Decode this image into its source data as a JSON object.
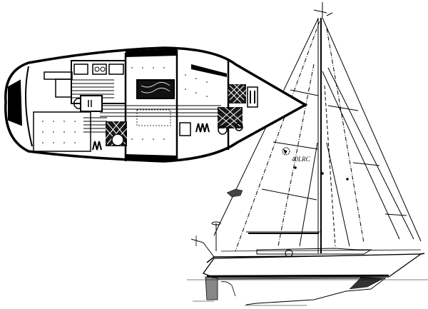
{
  "diagram": {
    "type": "sailboat-plans",
    "views": [
      {
        "name": "accommodation-plan",
        "description": "Top-down interior layout of hull"
      },
      {
        "name": "sail-plan",
        "description": "Side profile with rig and sails"
      }
    ],
    "sail_label": "40LRC",
    "colors": {
      "ink": "#000000",
      "paper": "#ffffff"
    }
  }
}
